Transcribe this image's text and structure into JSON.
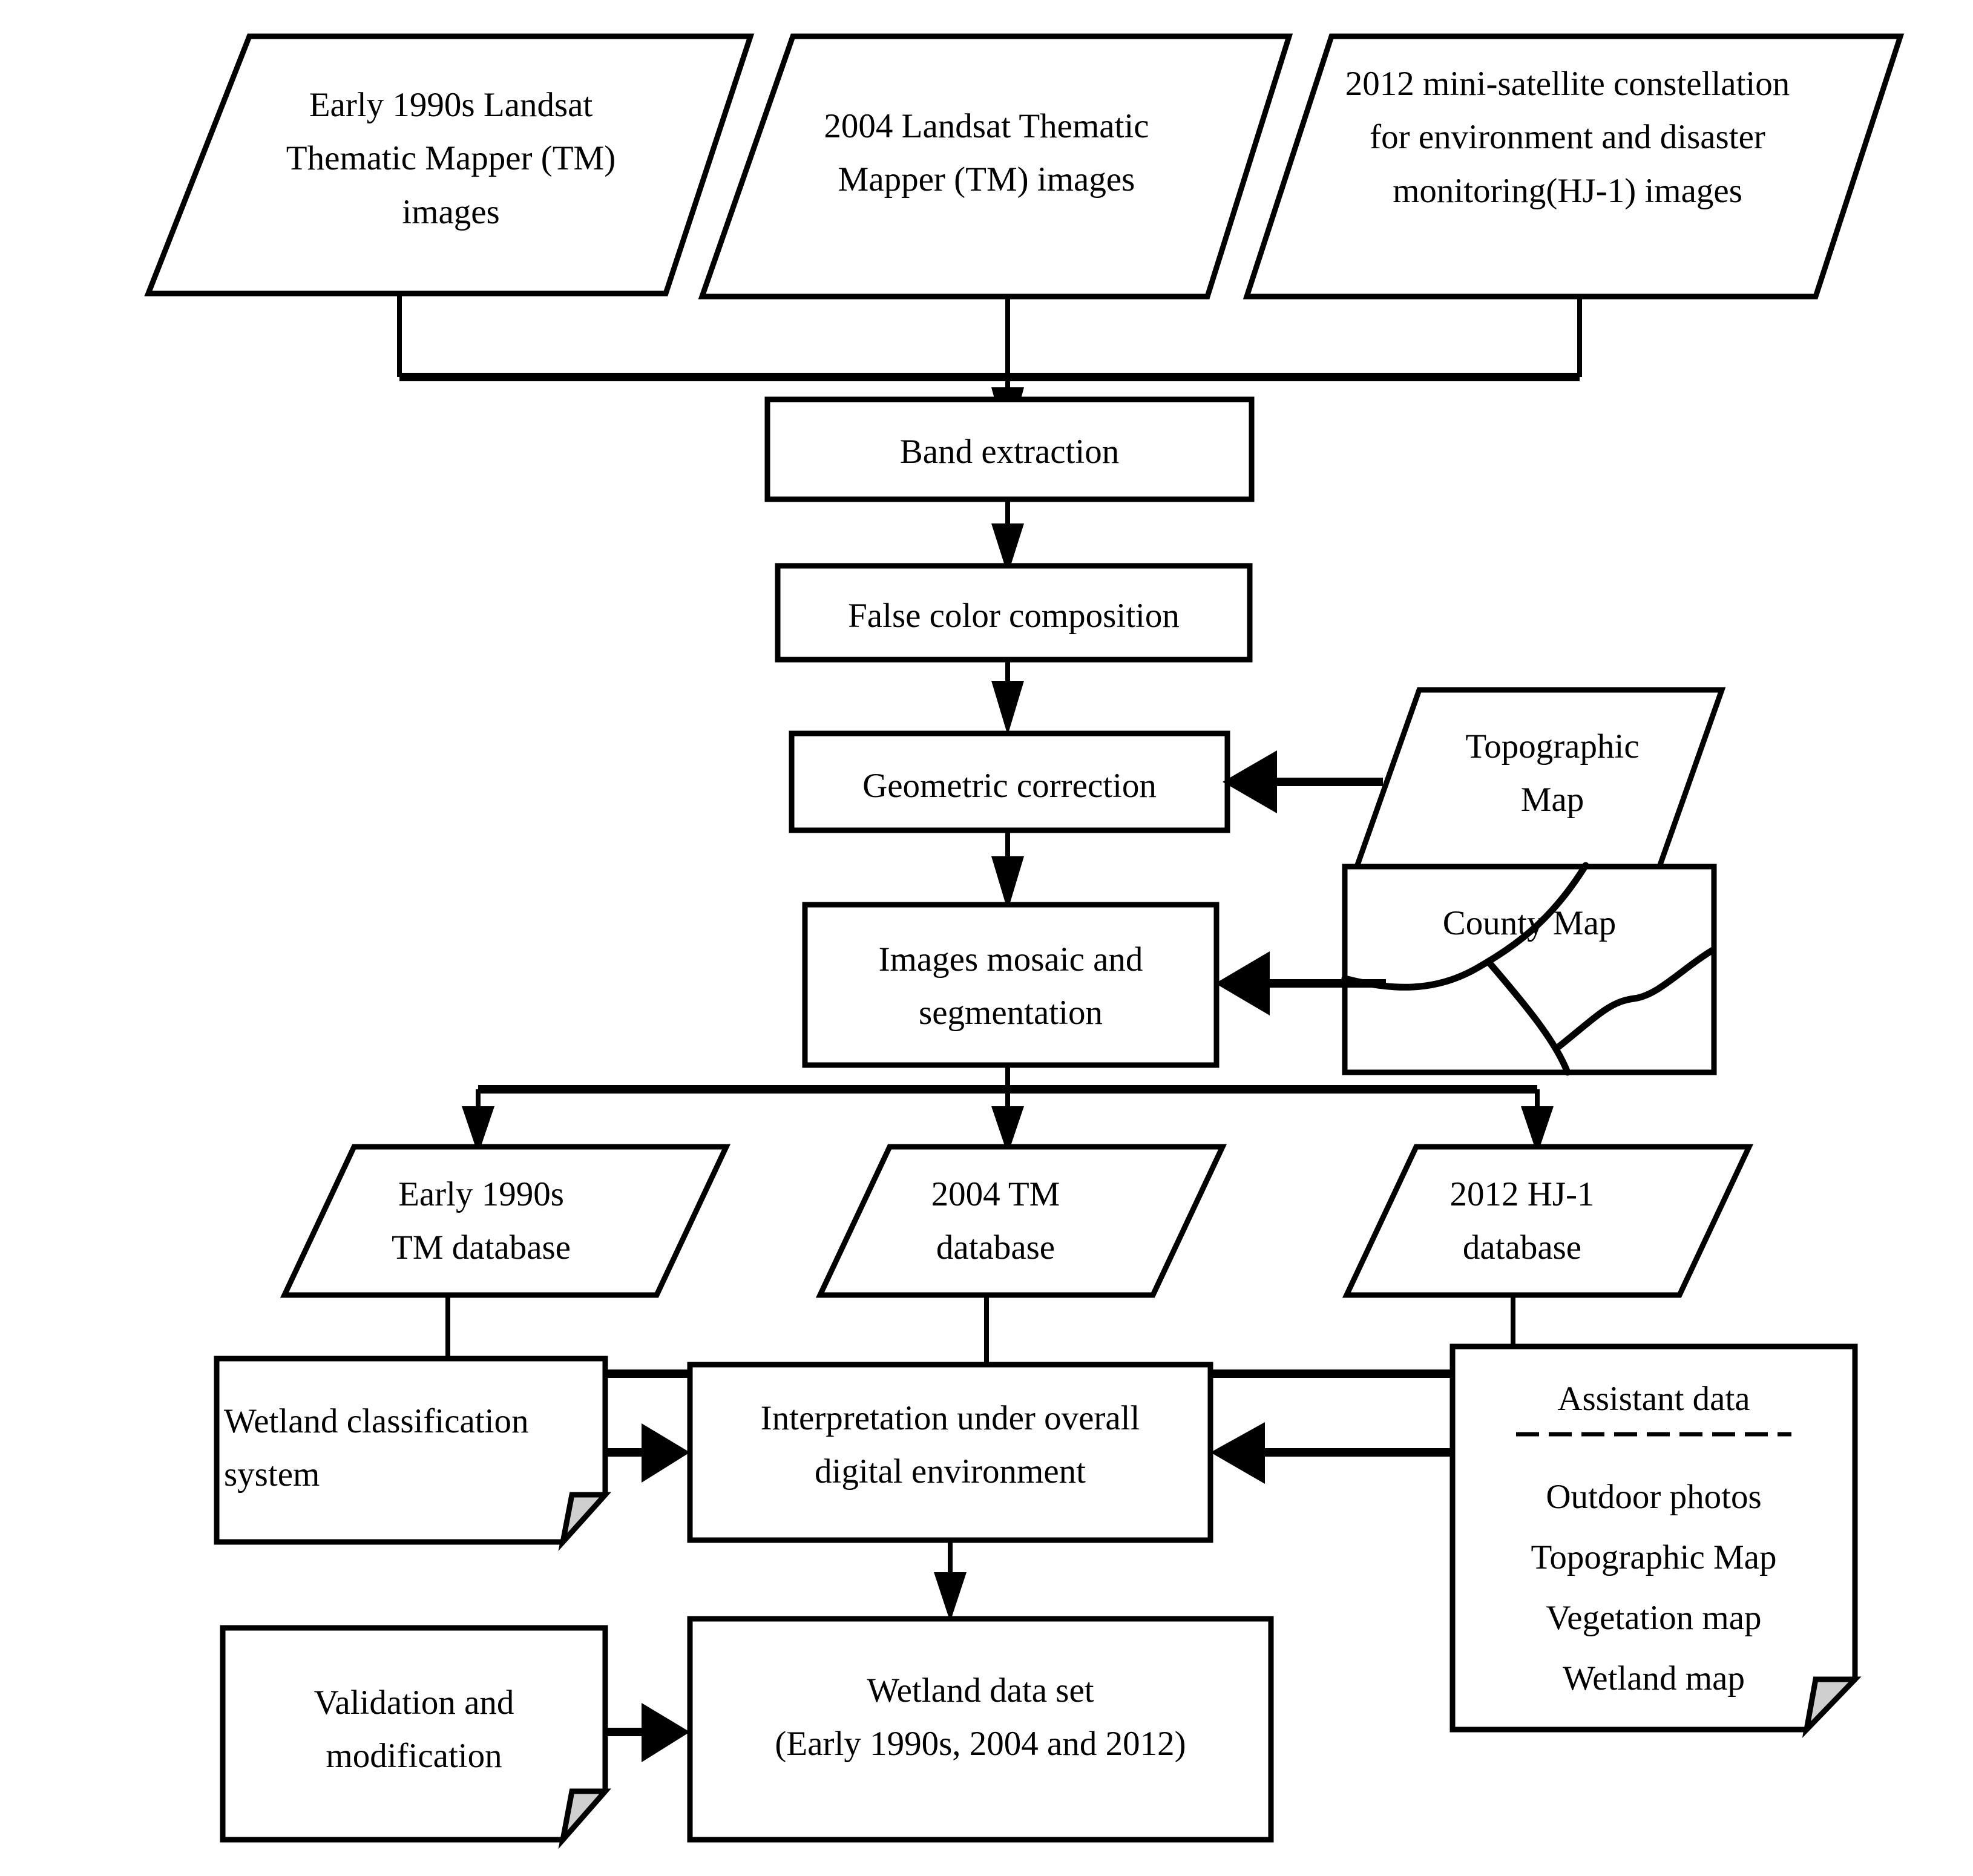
{
  "diagram": {
    "title": "Wetland remote sensing data processing flowchart",
    "background_color": "#ffffff",
    "line_color": "#000000",
    "fold_color": "#cfcfcf"
  },
  "sources": {
    "landsat_1990": "Early 1990s Landsat\nThematic Mapper (TM)\nimages",
    "landsat_2004": "2004 Landsat Thematic\nMapper (TM) images",
    "hj1_2012": "2012 mini-satellite constellation\nfor environment and disaster\nmonitoring(HJ-1) images"
  },
  "process": {
    "band_extraction": "Band extraction",
    "false_color": "False color composition",
    "geometric_correction": "Geometric correction",
    "mosaic_segmentation": "Images mosaic and\nsegmentation",
    "interpretation": "Interpretation under overall\ndigital environment"
  },
  "references": {
    "topographic_map": "Topographic\nMap",
    "county_map": "County Map"
  },
  "databases": {
    "db_1990": "Early 1990s\nTM database",
    "db_2004": "2004 TM\ndatabase",
    "db_2012": "2012 HJ-1\ndatabase"
  },
  "documents": {
    "wetland_classification": "Wetland classification\nsystem",
    "validation": "Validation and\nmodification",
    "assistant_data": {
      "heading": "Assistant data",
      "items": [
        "Outdoor photos",
        "Topographic Map",
        "Vegetation map",
        "Wetland map"
      ]
    }
  },
  "output": {
    "wetland_data_set": "Wetland data set\n(Early 1990s, 2004 and 2012)"
  }
}
